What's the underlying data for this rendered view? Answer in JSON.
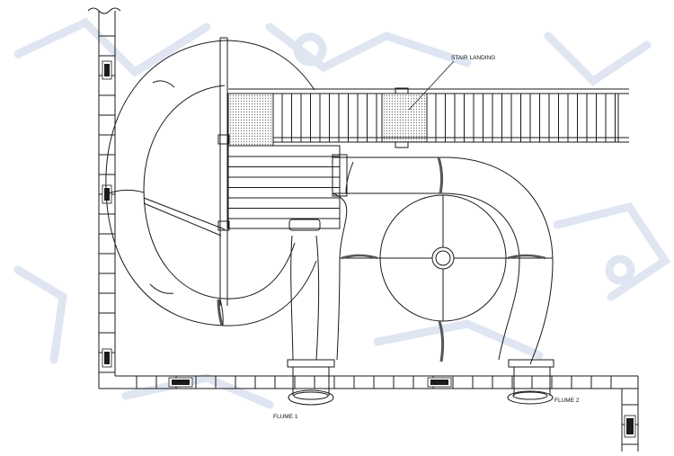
{
  "labels": {
    "stair_landing": "STAIR LANDING",
    "flume1": "FLUME 1",
    "flume2": "FLUME 2"
  },
  "colors": {
    "line": "#1a1a1a",
    "hatch": "#9a9a9a",
    "watermark": "#dfe6f2"
  }
}
